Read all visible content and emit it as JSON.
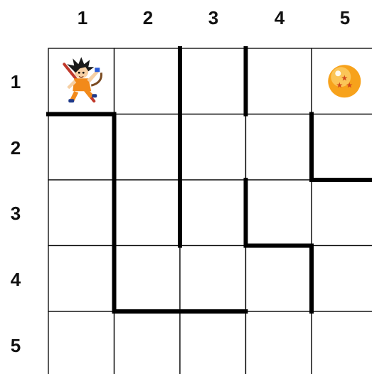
{
  "board": {
    "columns": 5,
    "rows": 5,
    "column_labels": [
      "1",
      "2",
      "3",
      "4",
      "5"
    ],
    "row_labels": [
      "1",
      "2",
      "3",
      "4",
      "5"
    ],
    "line_color": "#000000",
    "background": "#ffffff"
  },
  "walls": [
    {
      "orientation": "vertical",
      "after_col": 2,
      "row": 1
    },
    {
      "orientation": "vertical",
      "after_col": 3,
      "row": 1
    },
    {
      "orientation": "horizontal",
      "below_row": 1,
      "col": 1
    },
    {
      "orientation": "vertical",
      "after_col": 1,
      "row": 2
    },
    {
      "orientation": "vertical",
      "after_col": 2,
      "row": 2
    },
    {
      "orientation": "vertical",
      "after_col": 4,
      "row": 2
    },
    {
      "orientation": "horizontal",
      "below_row": 2,
      "col": 5
    },
    {
      "orientation": "vertical",
      "after_col": 1,
      "row": 3
    },
    {
      "orientation": "vertical",
      "after_col": 2,
      "row": 3
    },
    {
      "orientation": "vertical",
      "after_col": 3,
      "row": 3
    },
    {
      "orientation": "horizontal",
      "below_row": 3,
      "col": 4
    },
    {
      "orientation": "vertical",
      "after_col": 1,
      "row": 4
    },
    {
      "orientation": "vertical",
      "after_col": 4,
      "row": 4
    },
    {
      "orientation": "horizontal",
      "below_row": 4,
      "col": 2
    },
    {
      "orientation": "horizontal",
      "below_row": 4,
      "col": 3
    }
  ],
  "pieces": [
    {
      "name": "goku",
      "icon": "goku-character-icon",
      "row": 1,
      "col": 1,
      "colors": {
        "hair": "#1a1a1a",
        "gi": "#f28a1a",
        "staff": "#c0392b",
        "wristband": "#2b5bd7",
        "skin": "#f6cfa3"
      }
    },
    {
      "name": "dragon-ball",
      "icon": "dragon-ball-icon",
      "row": 1,
      "col": 5,
      "colors": {
        "orb": "#f7a21b",
        "highlight": "#ffe28a",
        "star": "#d0461c"
      }
    }
  ]
}
